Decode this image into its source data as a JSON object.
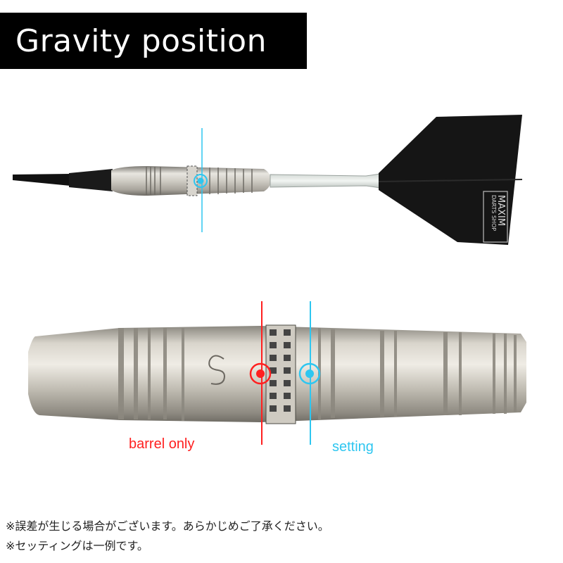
{
  "header": {
    "title": "Gravity position"
  },
  "flight_brand": {
    "line1": "DARTS SHOP",
    "line2": "MAXIM"
  },
  "barrel_logo_text": "",
  "labels": {
    "barrel_only": "barrel only",
    "setting": "setting"
  },
  "colors": {
    "barrel_only": "#ff2020",
    "setting": "#2ec6f0"
  },
  "notes": [
    "※誤差が生じる場合がございます。あらかじめご了承ください。",
    "※セッティングは一例です。"
  ]
}
